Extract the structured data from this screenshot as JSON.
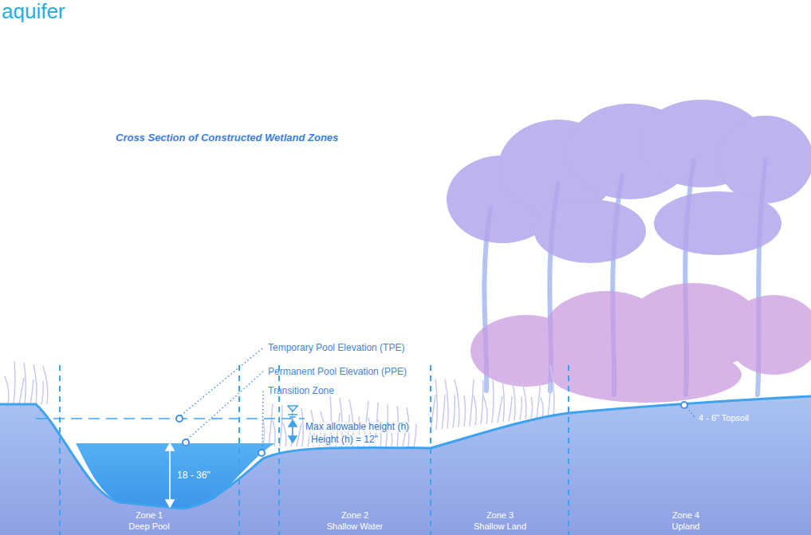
{
  "diagram": {
    "title": "Cross Section of Constructed Wetland Zones",
    "labels": [
      "aquifer",
      "Temporary Pool Elevation (TPE)",
      "Permanent Pool Elevation (PPE)",
      "Transition Zone",
      "Max allowable height (h)",
      "Height (h) = 12\"",
      "18 - 36\"",
      "4 - 6\" Topsoil",
      "Zone 1",
      "Deep Pool",
      "Zone 2",
      "Shallow Water",
      "Zone 3",
      "Shallow Land",
      "Zone 4",
      "Upland"
    ]
  }
}
